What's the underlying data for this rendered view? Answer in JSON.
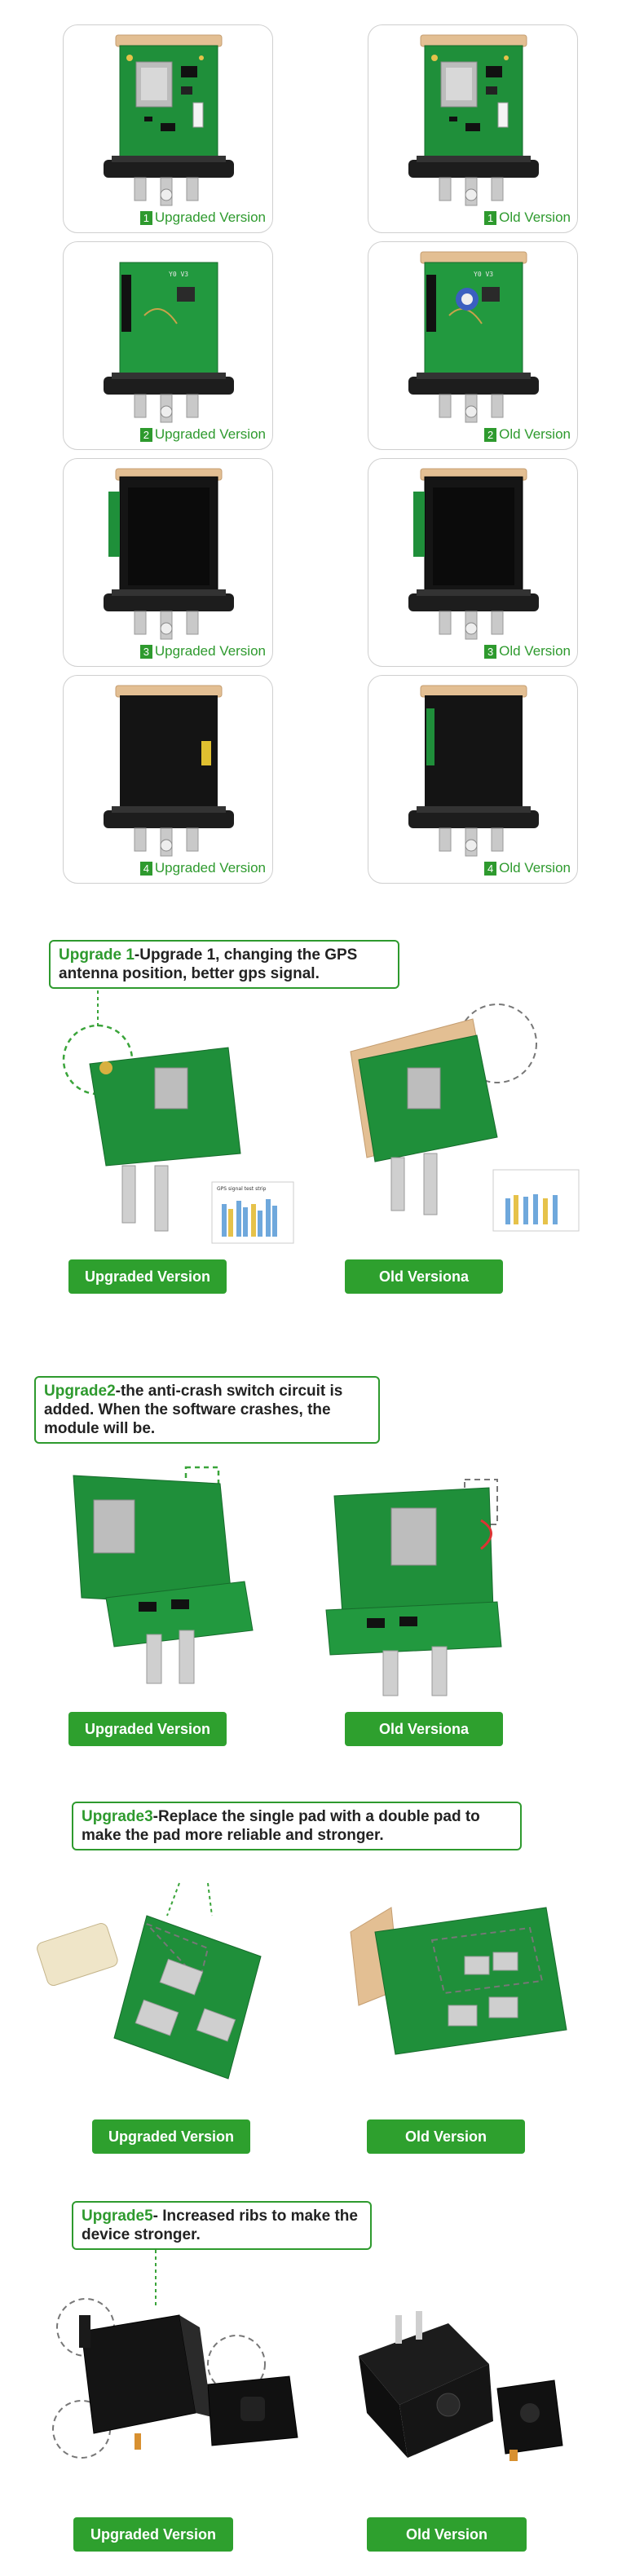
{
  "comparison": {
    "rows": [
      {
        "num": "1",
        "left_label": "Upgraded  Version",
        "right_label": "Old Version"
      },
      {
        "num": "2",
        "left_label": "Upgraded  Version",
        "right_label": "Old Version"
      },
      {
        "num": "3",
        "left_label": "Upgraded  Version",
        "right_label": "Old Version"
      },
      {
        "num": "4",
        "left_label": "Upgraded  Version",
        "right_label": "Old Version"
      }
    ]
  },
  "upgrade1": {
    "title": "Upgrade 1",
    "text": "-Upgrade 1, changing the GPS antenna position, better gps signal.",
    "left_button": "Upgraded  Version",
    "right_button": "Old Versiona",
    "chart_title": "GPS signal test strip"
  },
  "upgrade2": {
    "title": "Upgrade2",
    "text": "-the anti-crash switch circuit is added. When the software crashes, the module will be.",
    "left_button": "Upgraded  Version",
    "right_button": "Old Versiona"
  },
  "upgrade3": {
    "title": "Upgrade3",
    "text": "-Replace the single pad with a double pad to make the pad more reliable and stronger.",
    "left_button": "Upgraded  Version",
    "right_button": "Old Version"
  },
  "upgrade5": {
    "title": "Upgrade5",
    "text": "- Increased ribs to make the device stronger.",
    "left_button": "Upgraded  Version",
    "right_button": "Old Version"
  },
  "colors": {
    "accent_green": "#2e9a2e",
    "pcb_green": "#1f8f3a",
    "border_gray": "#cfcfcf"
  }
}
